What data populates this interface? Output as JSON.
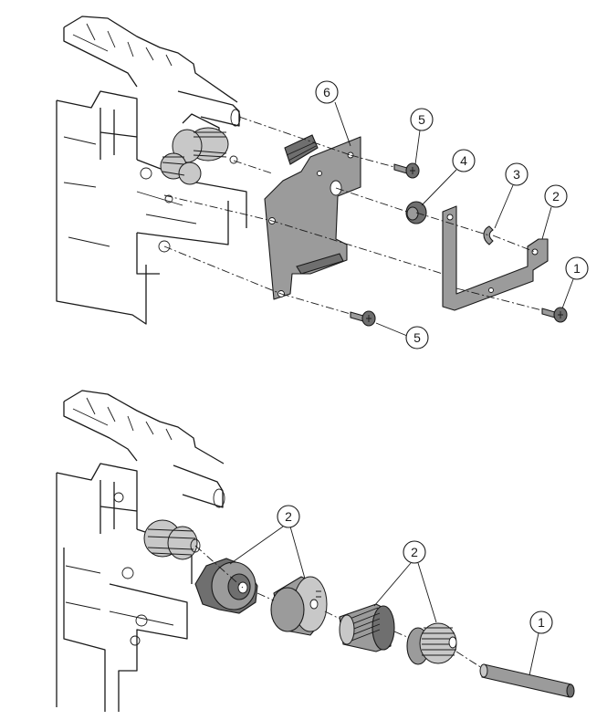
{
  "top_figure": {
    "callouts": {
      "c1": "1",
      "c2": "2",
      "c3": "3",
      "c4": "4",
      "c5a": "5",
      "c5b": "5",
      "c6": "6"
    }
  },
  "bottom_figure": {
    "callouts": {
      "c1": "1",
      "c2a": "2",
      "c2b": "2"
    }
  }
}
